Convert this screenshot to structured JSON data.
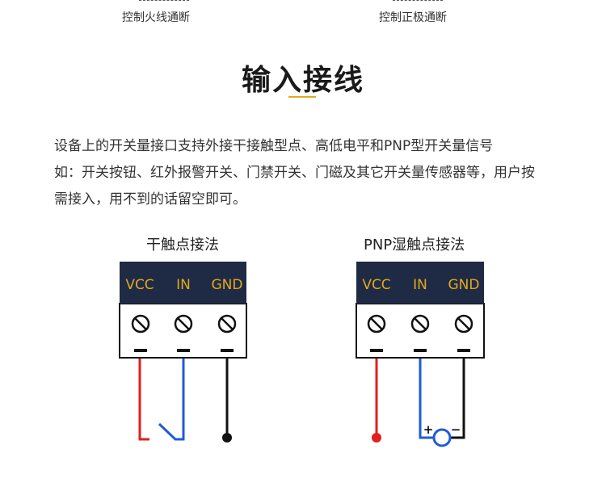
{
  "top_captions": [
    "控制火线通断",
    "控制正极通断"
  ],
  "title": "输入接线",
  "description": [
    "设备上的开关量接口支持外接干接触型点、高低电平和PNP型开关量信号",
    "如：开关按钮、红外报警开关、门禁开关、门磁及其它开关量传感器等，用户按",
    "需接入，用不到的话留空即可。"
  ],
  "diagrams": [
    {
      "title": "干触点接法",
      "terminals": [
        "VCC",
        "IN",
        "GND"
      ]
    },
    {
      "title": "PNP湿触点接法",
      "terminals": [
        "VCC",
        "IN",
        "GND"
      ],
      "polarity": [
        "+",
        "−"
      ]
    }
  ],
  "colors": {
    "terminal_header": "#1f2b45",
    "terminal_label": "#e3a91b",
    "accent": "#e3a91b",
    "wire_vcc": "#e0201c",
    "wire_in": "#1f5bd6",
    "wire_gnd": "#111111"
  }
}
